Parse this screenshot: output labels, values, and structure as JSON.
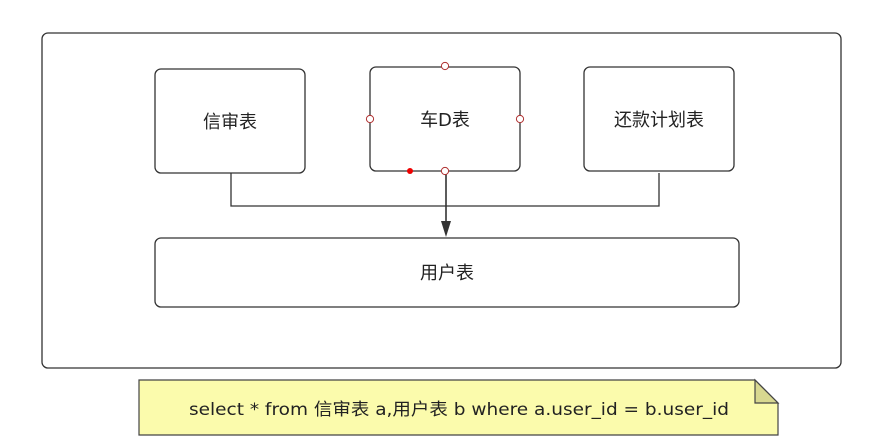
{
  "diagram": {
    "nodes": {
      "xinshen": "信审表",
      "chedi": "车D表",
      "huankuan": "还款计划表",
      "yonghu": "用户表"
    },
    "note": "select * from 信审表 a,用户表 b where a.user_id = b.user_id"
  },
  "colors": {
    "stroke": "#333333",
    "note_fill": "#fbfbac",
    "note_stroke": "#444444",
    "handle_fill": "#ffffff",
    "handle_stroke": "#b03030",
    "selected_handle": "#ee0000"
  }
}
